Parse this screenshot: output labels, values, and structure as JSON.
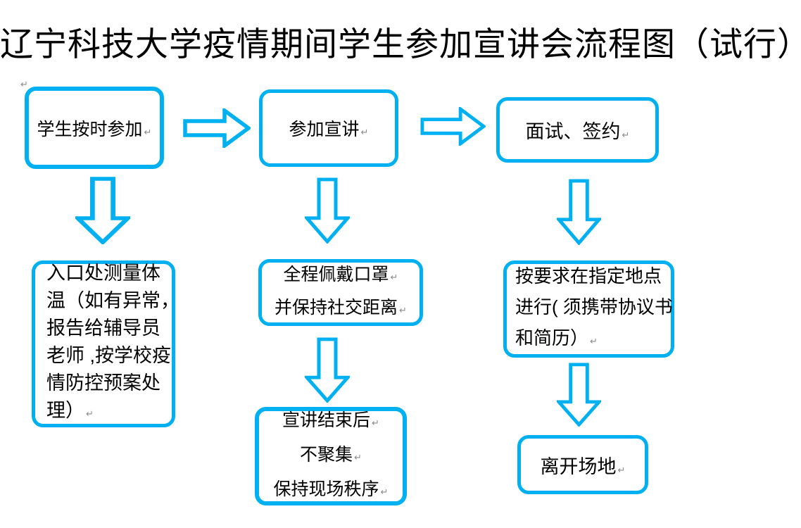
{
  "title": "辽宁科技大学疫情期间学生参加宣讲会流程图（试行）",
  "colors": {
    "accent": "#00B0F0",
    "text": "#000000",
    "background": "#FFFFFF",
    "paragraph_mark": "#8A8A8A"
  },
  "marks": {
    "return_mark": "↵"
  },
  "nodes": {
    "attend_on_time": {
      "lines": [
        "学生按时参加"
      ]
    },
    "attend_presentation": {
      "lines": [
        "参加宣讲"
      ]
    },
    "interview_sign": {
      "lines": [
        "面试、签约"
      ]
    },
    "temperature_check": {
      "lines": [
        "入口处测量体",
        "温（如有异常，",
        "报告给辅导员",
        "老师 ,按学校疫",
        "情防控预案处",
        "理）"
      ]
    },
    "wear_mask": {
      "lines": [
        "全程佩戴口罩",
        "并保持社交距离"
      ]
    },
    "keep_order": {
      "lines": [
        "宣讲结束后",
        "不聚集",
        "保持现场秩序"
      ]
    },
    "designated_location": {
      "lines": [
        "按要求在指定地点",
        "进行( 须携带协议书",
        "和简历）"
      ]
    },
    "leave_venue": {
      "lines": [
        "离开场地"
      ]
    }
  },
  "arrows": [
    {
      "id": "attend-to-presentation",
      "direction": "right"
    },
    {
      "id": "presentation-to-interview",
      "direction": "right"
    },
    {
      "id": "attend-to-temperature",
      "direction": "down"
    },
    {
      "id": "presentation-to-mask",
      "direction": "down"
    },
    {
      "id": "interview-to-location",
      "direction": "down"
    },
    {
      "id": "mask-to-order",
      "direction": "down"
    },
    {
      "id": "location-to-leave",
      "direction": "down"
    }
  ]
}
